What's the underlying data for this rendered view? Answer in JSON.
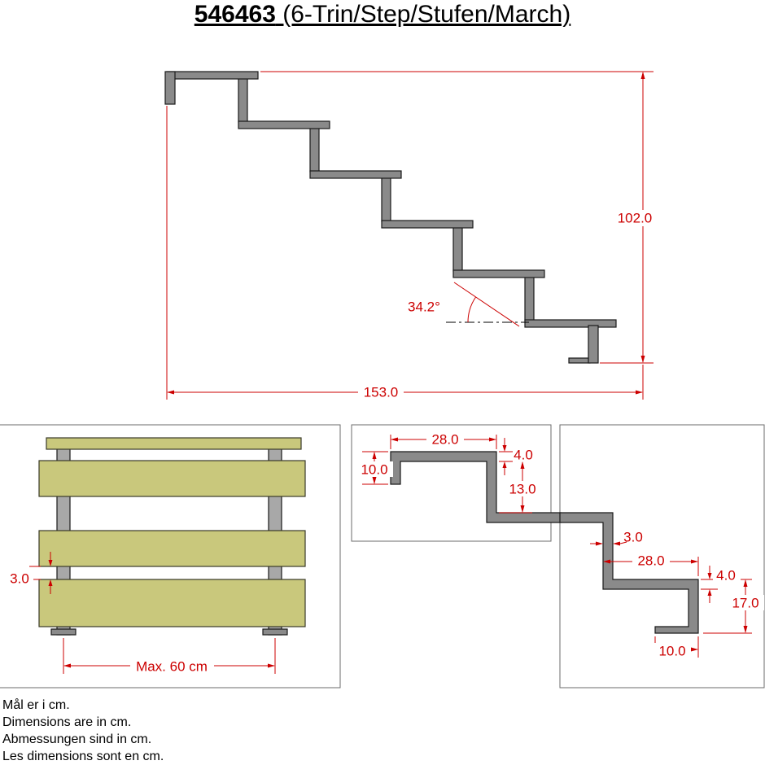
{
  "title": {
    "number": "546463",
    "suffix": " (6-Trin/Step/Stufen/March)"
  },
  "side_view": {
    "total_height_cm": "102.0",
    "total_run_cm": "153.0",
    "angle_deg": "34.2°"
  },
  "front_view": {
    "plank_gap_cm": "3.0",
    "max_span_label": "Max. 60 cm"
  },
  "step_detail": {
    "tread_depth_cm": "28.0",
    "tread_thickness_cm": "4.0",
    "front_lip_cm": "10.0",
    "riser_height_cm": "13.0"
  },
  "foot_detail": {
    "plate_thickness_cm": "3.0",
    "tread_depth_cm": "28.0",
    "tread_thickness_cm": "4.0",
    "step_height_cm": "17.0",
    "foot_length_cm": "10.0"
  },
  "notes": {
    "da": "Mål er i cm.",
    "en": "Dimensions are in cm.",
    "de": "Abmessungen sind in cm.",
    "fr": "Les dimensions sont en cm."
  },
  "colors": {
    "dimension": "#cc0000",
    "steel": "#8a8a8a",
    "wood": "#c9c87c"
  }
}
